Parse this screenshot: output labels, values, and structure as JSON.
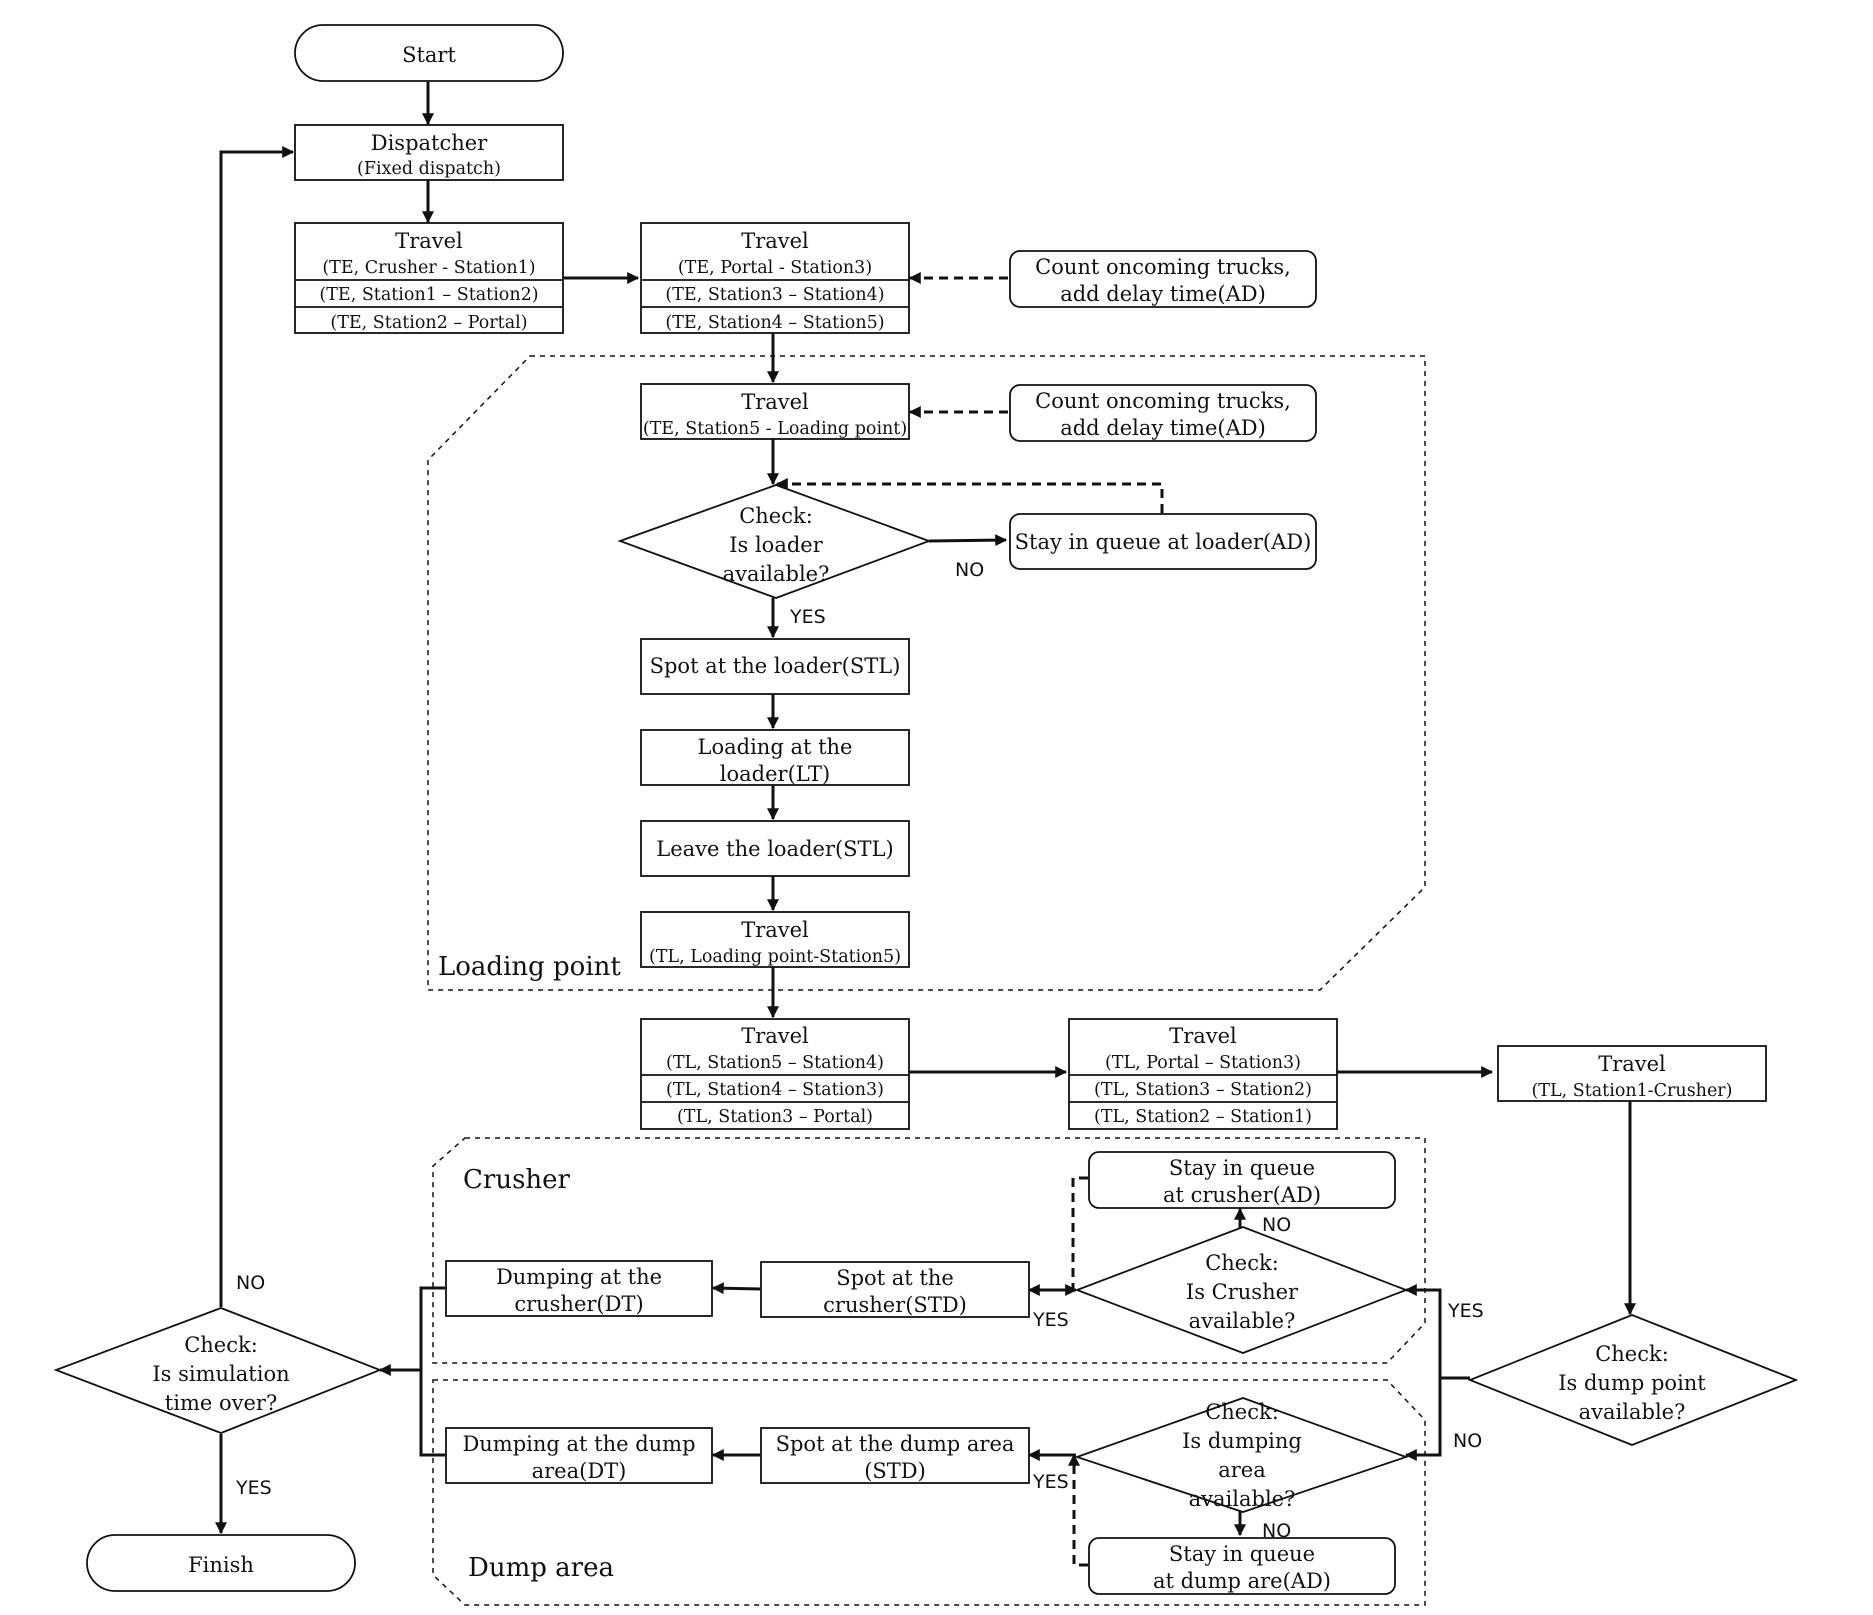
{
  "start": "Start",
  "finish": "Finish",
  "dispatcher": {
    "title": "Dispatcher",
    "sub": "(Fixed dispatch)"
  },
  "travel_empty_a": {
    "title": "Travel",
    "rows": [
      "(TE, Crusher - Station1)",
      "(TE, Station1 – Station2)",
      "(TE, Station2 – Portal)"
    ]
  },
  "travel_empty_b": {
    "title": "Travel",
    "rows": [
      "(TE, Portal - Station3)",
      "(TE, Station3 – Station4)",
      "(TE, Station4 – Station5)"
    ]
  },
  "count_trucks_1": {
    "line1": "Count oncoming trucks,",
    "line2": "add delay time(AD)"
  },
  "count_trucks_2": {
    "line1": "Count oncoming trucks,",
    "line2": "add delay time(AD)"
  },
  "travel_to_loader": {
    "title": "Travel",
    "sub": "(TE, Station5 - Loading point)"
  },
  "check_loader": {
    "lines": [
      "Check:",
      "Is loader",
      "available?"
    ]
  },
  "queue_loader": "Stay in queue at loader(AD)",
  "spot_loader": "Spot at the loader(STL)",
  "loading": {
    "line1": "Loading at the",
    "line2": "loader(LT)"
  },
  "leave_loader": "Leave the loader(STL)",
  "travel_from_loader": {
    "title": "Travel",
    "sub": "(TL, Loading point-Station5)"
  },
  "loading_region": "Loading point",
  "travel_loaded_a": {
    "title": "Travel",
    "rows": [
      "(TL, Station5 – Station4)",
      "(TL, Station4 – Station3)",
      "(TL, Station3 – Portal)"
    ]
  },
  "travel_loaded_b": {
    "title": "Travel",
    "rows": [
      "(TL, Portal – Station3)",
      "(TL, Station3 – Station2)",
      "(TL, Station2 – Station1)"
    ]
  },
  "travel_loaded_c": {
    "title": "Travel",
    "sub": "(TL, Station1-Crusher)"
  },
  "check_dump_point": {
    "lines": [
      "Check:",
      "Is dump point",
      "available?"
    ]
  },
  "crusher_region": "Crusher",
  "queue_crusher": {
    "line1": "Stay in queue",
    "line2": "at crusher(AD)"
  },
  "check_crusher": {
    "lines": [
      "Check:",
      "Is Crusher",
      "available?"
    ]
  },
  "spot_crusher": {
    "line1": "Spot at the",
    "line2": "crusher(STD)"
  },
  "dump_crusher": {
    "line1": "Dumping at the",
    "line2": "crusher(DT)"
  },
  "dump_region": "Dump area",
  "check_dump_area": {
    "lines": [
      "Check:",
      "Is dumping",
      "area",
      "available?"
    ]
  },
  "spot_dump": {
    "line1": "Spot at the dump area",
    "line2": "(STD)"
  },
  "dump_area": {
    "line1": "Dumping at the dump",
    "line2": "area(DT)"
  },
  "queue_dump": {
    "line1": "Stay in queue",
    "line2": "at dump are(AD)"
  },
  "check_sim": {
    "lines": [
      "Check:",
      "Is simulation",
      "time over?"
    ]
  },
  "labels": {
    "yes": "YES",
    "no": "NO"
  }
}
